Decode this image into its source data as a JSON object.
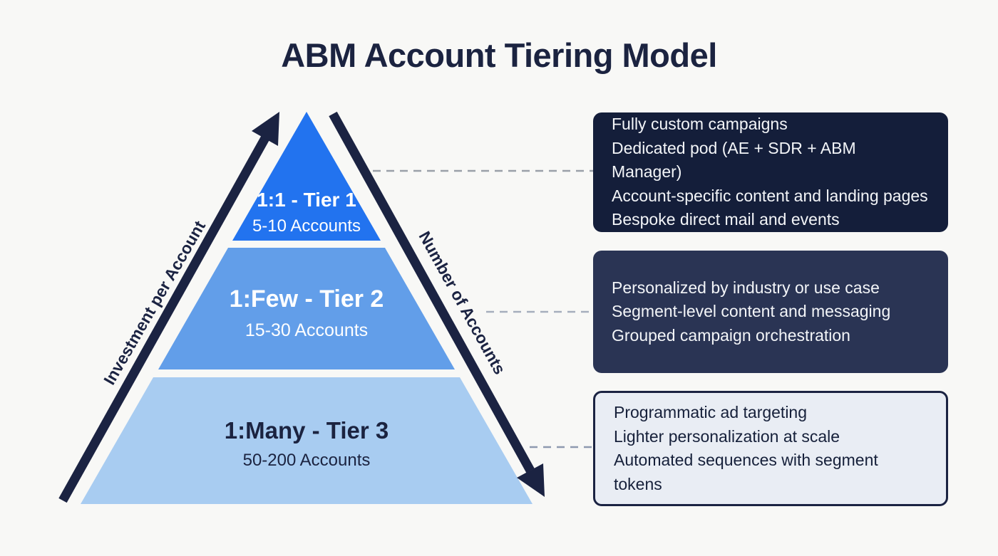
{
  "title": "ABM Account Tiering Model",
  "axes": {
    "left_label": "Investment per Account",
    "right_label": "Number of Accounts"
  },
  "tiers": [
    {
      "label": "1:1 - Tier 1",
      "accounts": "5-10 Accounts"
    },
    {
      "label": "1:Few - Tier 2",
      "accounts": "15-30 Accounts"
    },
    {
      "label": "1:Many - Tier 3",
      "accounts": "50-200 Accounts"
    }
  ],
  "callouts": [
    {
      "lines": [
        "Fully custom campaigns",
        "Dedicated pod (AE + SDR + ABM Manager)",
        "Account-specific content and landing pages",
        "Bespoke direct mail and events"
      ]
    },
    {
      "lines": [
        "Personalized by industry or use case",
        "Segment-level content and messaging",
        "Grouped campaign orchestration"
      ]
    },
    {
      "lines": [
        "Programmatic ad targeting",
        "Lighter personalization at scale",
        "Automated sequences with segment tokens"
      ]
    }
  ],
  "colors": {
    "background": "#f8f8f6",
    "title_text": "#1b2340",
    "tier1": "#2273ef",
    "tier2": "#629ee9",
    "tier3": "#a8ccf1",
    "arrow": "#1b2342",
    "connector1": "#9aa0a8",
    "connector2": "#a5aebc",
    "connector3": "#8e99b0",
    "callout1_bg": "#141e3a",
    "callout2_bg": "#2a3454",
    "callout3_bg": "#e9edf4",
    "callout3_border": "#1b2342"
  }
}
